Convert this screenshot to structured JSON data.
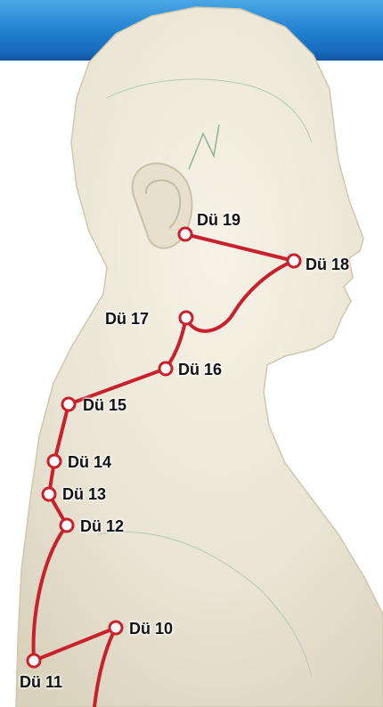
{
  "colors": {
    "band": "#1f7fce",
    "meridian": "#c8202c",
    "point_fill": "#ffffff",
    "label_text": "#111111",
    "skin": "#e9e4d3"
  },
  "points": [
    {
      "id": "du19",
      "label": "Dü 19"
    },
    {
      "id": "du18",
      "label": "Dü 18"
    },
    {
      "id": "du17",
      "label": "Dü 17"
    },
    {
      "id": "du16",
      "label": "Dü 16"
    },
    {
      "id": "du15",
      "label": "Dü 15"
    },
    {
      "id": "du14",
      "label": "Dü 14"
    },
    {
      "id": "du13",
      "label": "Dü 13"
    },
    {
      "id": "du12",
      "label": "Dü 12"
    },
    {
      "id": "du10",
      "label": "Dü 10"
    },
    {
      "id": "du11",
      "label": "Dü 11"
    }
  ]
}
